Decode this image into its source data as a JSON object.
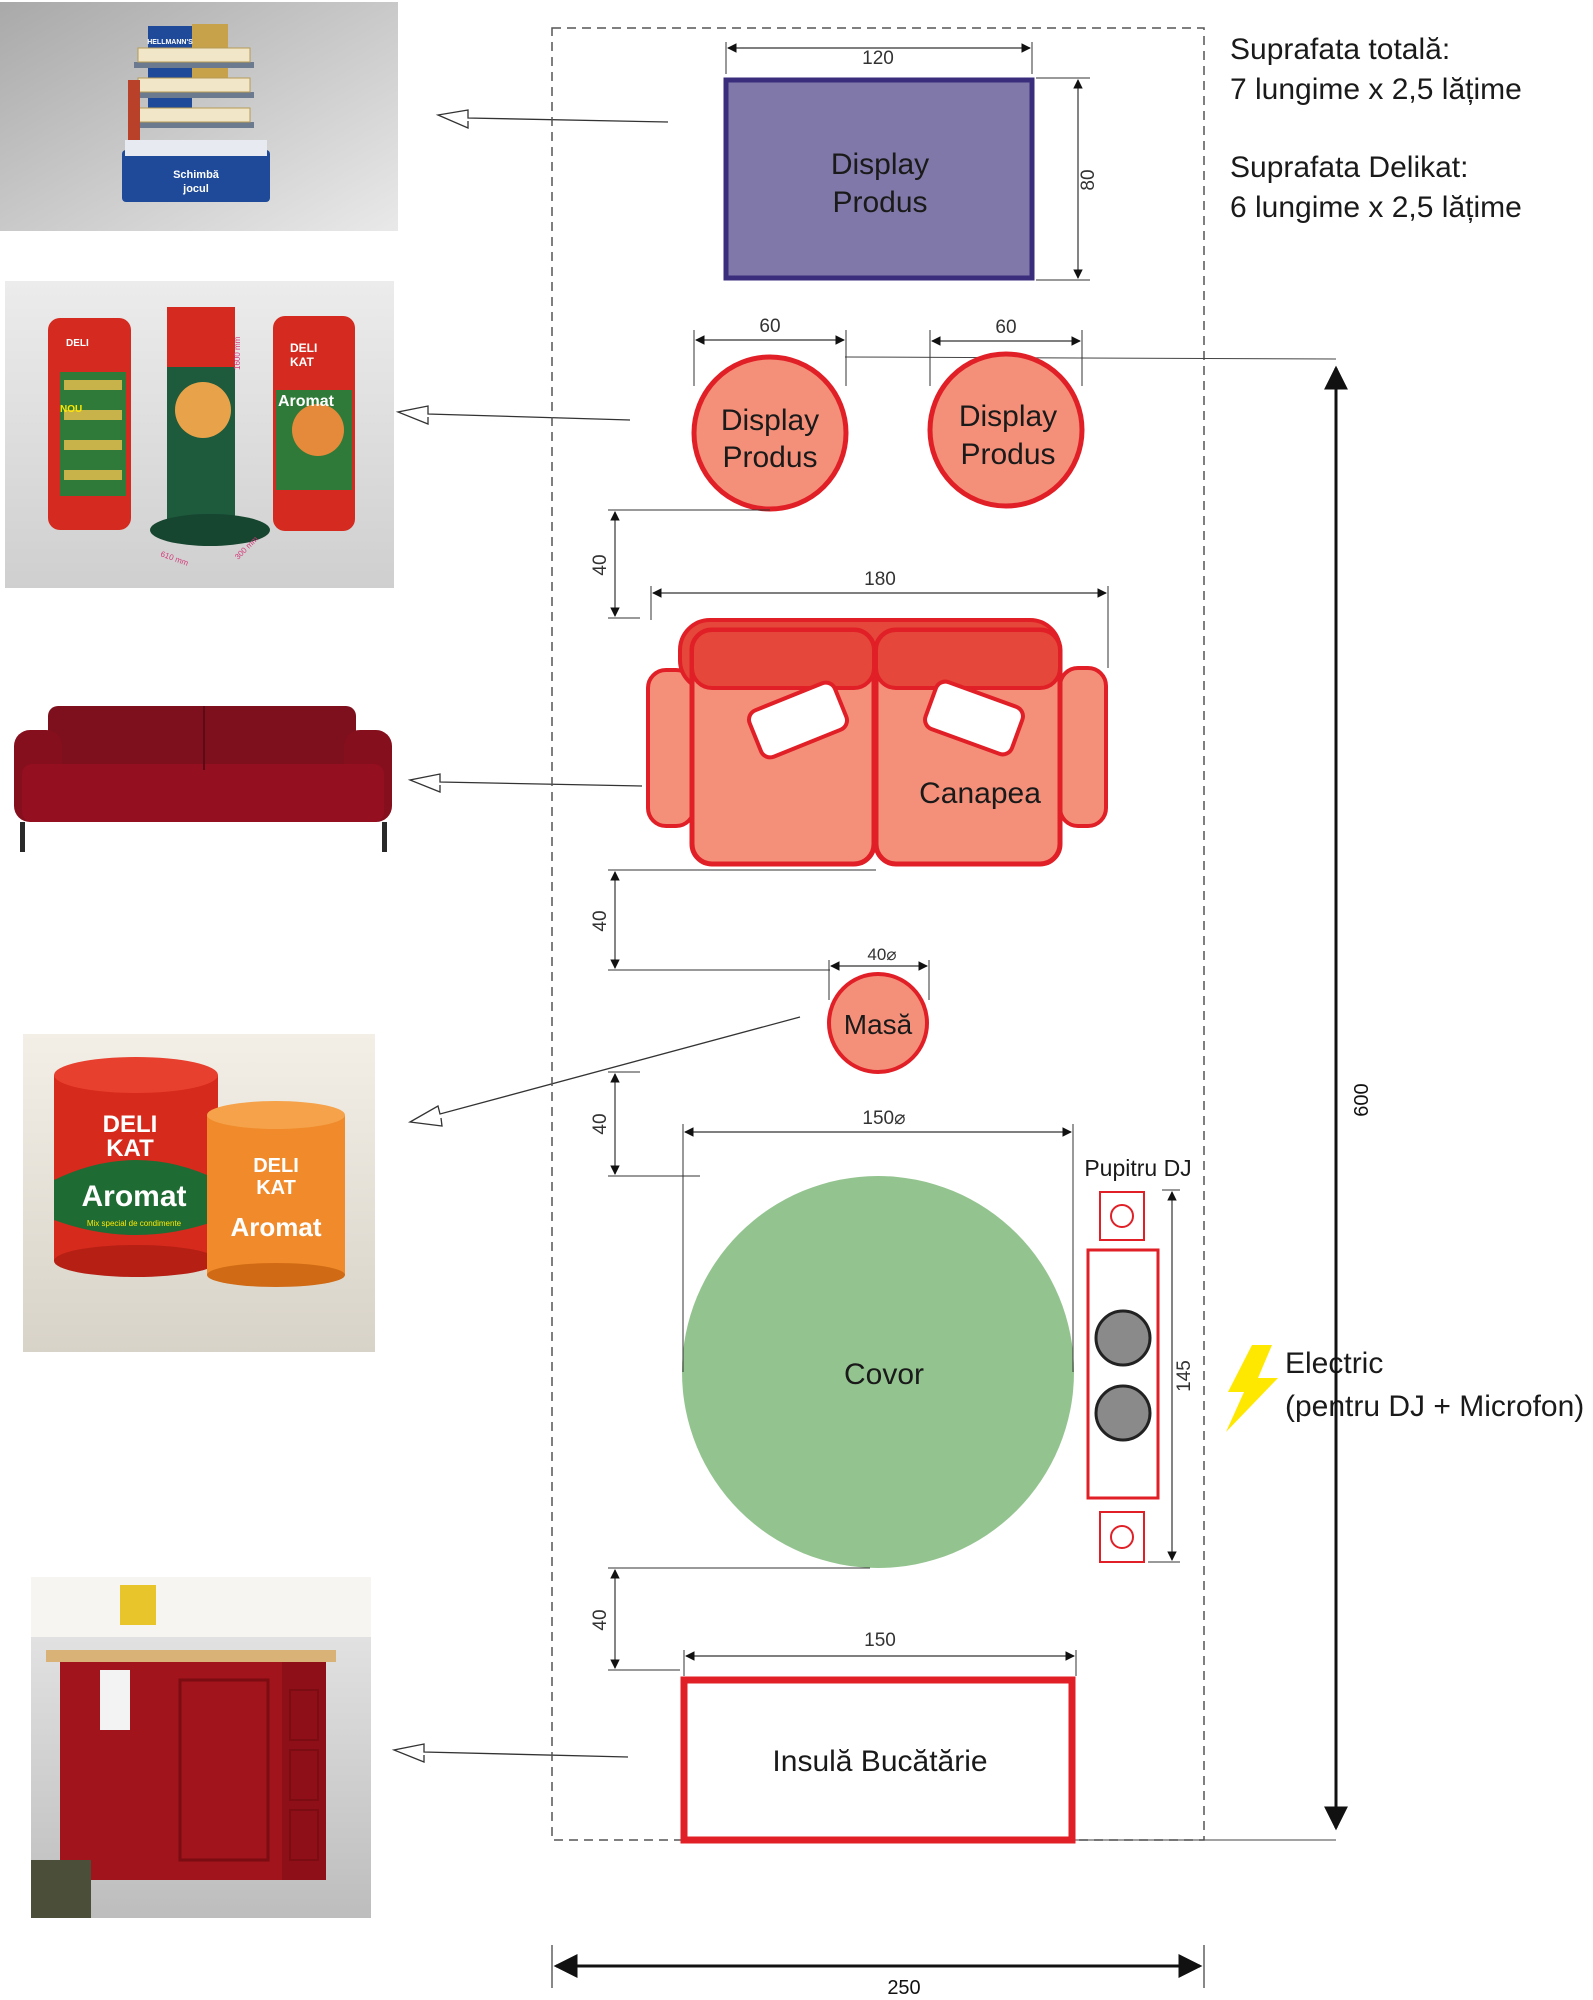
{
  "info": {
    "total_title": "Suprafata totală:",
    "total_dims": "7 lungime x 2,5 lățime",
    "delikat_title": "Suprafata Delikat:",
    "delikat_dims": "6 lungime x 2,5 lățime"
  },
  "items": {
    "display_rect": {
      "line1": "Display",
      "line2": "Produs",
      "width": "120",
      "depth": "80"
    },
    "display_round_left": {
      "line1": "Display",
      "line2": "Produs",
      "diameter": "60"
    },
    "display_round_right": {
      "line1": "Display",
      "line2": "Produs",
      "diameter": "60"
    },
    "sofa": {
      "label": "Canapea",
      "width": "180"
    },
    "table": {
      "label": "Masă",
      "diameter": "40⌀"
    },
    "rug": {
      "label": "Covor",
      "diameter": "150⌀"
    },
    "dj": {
      "label": "Pupitru DJ",
      "length": "145"
    },
    "island": {
      "label": "Insulă Bucătărie",
      "width": "150"
    }
  },
  "gaps": [
    "40",
    "40",
    "40",
    "40"
  ],
  "overall": {
    "length": "600",
    "width": "250"
  },
  "electric": {
    "line1": "Electric",
    "line2": "(pentru DJ + Microfon)"
  },
  "photos": {
    "stand_brand": "HELLMANN'S",
    "stand_slogan_1": "Schimbă",
    "stand_slogan_2": "jocul",
    "can_brand_1": "DELI",
    "can_brand_2": "KAT",
    "can_product": "Aromat",
    "can_subtitle": "Mix special de condimente",
    "display_new": "NOU",
    "display_height": "1600 mm",
    "display_width": "610 mm",
    "display_depth": "300 mm"
  },
  "colors": {
    "display_rect_fill": "#8078a8",
    "display_rect_stroke": "#3a2d7c",
    "accent_red": "#e11f26",
    "salmon": "#f4907a",
    "rug_green": "#93c48f",
    "bolt_yellow": "#ffe800"
  }
}
